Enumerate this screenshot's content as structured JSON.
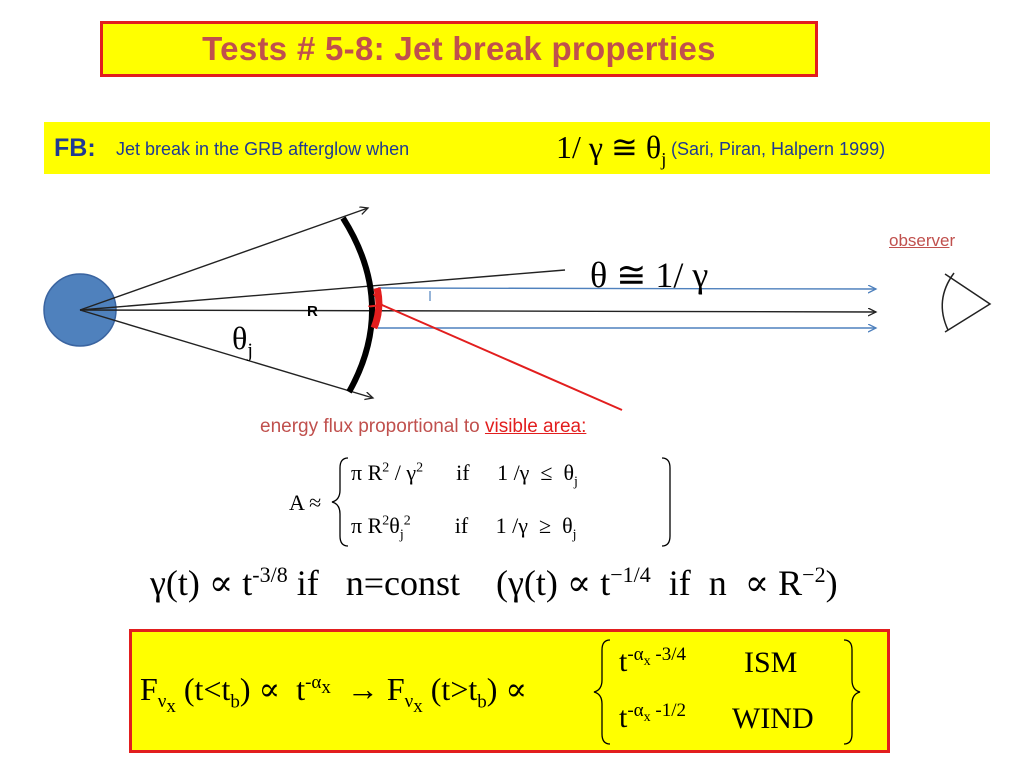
{
  "title": "Tests  # 5-8:  Jet break  properties",
  "fb": {
    "label": "FB:",
    "text": "Jet break in the GRB afterglow  when",
    "equation": "1/ γ ≅ θ",
    "equation_sub": "j",
    "reference": "(Sari, Piran, Halpern 1999)"
  },
  "diagram": {
    "observer_main": "observe",
    "observer_tail": "r",
    "theta_eq": "θ ≅  1/ γ",
    "r_label": "R",
    "thetaj_symbol": "θ",
    "thetaj_sub": "j",
    "flux_text": "energy flux  proportional to ",
    "flux_text_link": "visible area:"
  },
  "area_formula": {
    "lhs": "A ≈",
    "case1_a": "π R",
    "case1_sup1": "2",
    "case1_b": " / γ",
    "case1_sup2": "2",
    "case1_c": "      if     1 /γ  ≤  θ",
    "case1_sub": "j",
    "case2_a": "π R",
    "case2_sup1": "2",
    "case2_b": "θ",
    "case2_sub1": "j",
    "case2_sup2": "2",
    "case2_c": "        if     1 /γ  ≥  θ",
    "case2_sub2": "j"
  },
  "gamma_line": {
    "a": "γ(t) ∝ t",
    "a_sup": "-3/8",
    "b": " if   n=const    (γ(t) ∝ t",
    "b_sup": "−1/4",
    "c": "  if  n  ∝ R",
    "c_sup": "−2",
    "d": ")"
  },
  "flux_box": {
    "lhs_f": "F",
    "lhs_nu": "ν",
    "lhs_x": "x",
    "lhs_a": " (t<t",
    "lhs_b": "b",
    "lhs_c": ") ∝  t",
    "lhs_sup": "-α",
    "lhs_sup_x": "x",
    "arrow": "  → F",
    "arrow_nu": "ν",
    "arrow_x": "x",
    "rhs_a": " (t>t",
    "rhs_b": "b",
    "rhs_c": ") ∝",
    "ism_t": "t",
    "ism_sup": "-α",
    "ism_sup_x": "x",
    "ism_sup_tail": " -3/4",
    "ism_label": "ISM",
    "wind_t": "t",
    "wind_sup": "-α",
    "wind_sup_x": "x",
    "wind_sup_tail": " -1/2",
    "wind_label": "WIND"
  },
  "colors": {
    "highlight": "#ffff00",
    "border_red": "#e21e1e",
    "title_text": "#c0504d",
    "blue_text": "#1f3a93",
    "source_blue": "#4f81bd"
  }
}
